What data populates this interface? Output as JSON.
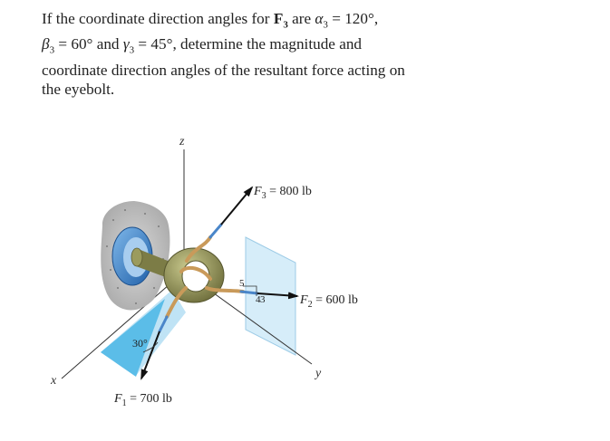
{
  "problem": {
    "line1_prefix": "If the coordinate direction angles for ",
    "force_symbol": "F",
    "force_sub": "3",
    "line1_mid": " are ",
    "alpha": "α",
    "alpha_sub": "3",
    "alpha_value": " = 120°,",
    "beta": "β",
    "beta_sub": "3",
    "beta_value": " = 60° and ",
    "gamma": "γ",
    "gamma_sub": "3",
    "gamma_value": " = 45°, determine the magnitude and",
    "line3": "coordinate direction angles of the resultant force acting on",
    "line4": "the eyebolt."
  },
  "figure": {
    "axis_z": "z",
    "axis_x": "x",
    "axis_y": "y",
    "f3": {
      "symbol": "F",
      "sub": "3",
      "value": " = 800 lb"
    },
    "f2": {
      "symbol": "F",
      "sub": "2",
      "value": " = 600 lb"
    },
    "f1": {
      "symbol": "F",
      "sub": "1",
      "value": " = 700 lb"
    },
    "angle_label": "30°",
    "slope_hyp": "5",
    "slope_a": "4",
    "slope_b": "3",
    "colors": {
      "plane_fill": "#bfe3f5",
      "plane_dark": "#5bbde8",
      "eyebolt_ring": "#8f8f52",
      "wall_plate": "#3a82c8",
      "rope": "#c99a5a",
      "arrow": "#111111"
    }
  }
}
